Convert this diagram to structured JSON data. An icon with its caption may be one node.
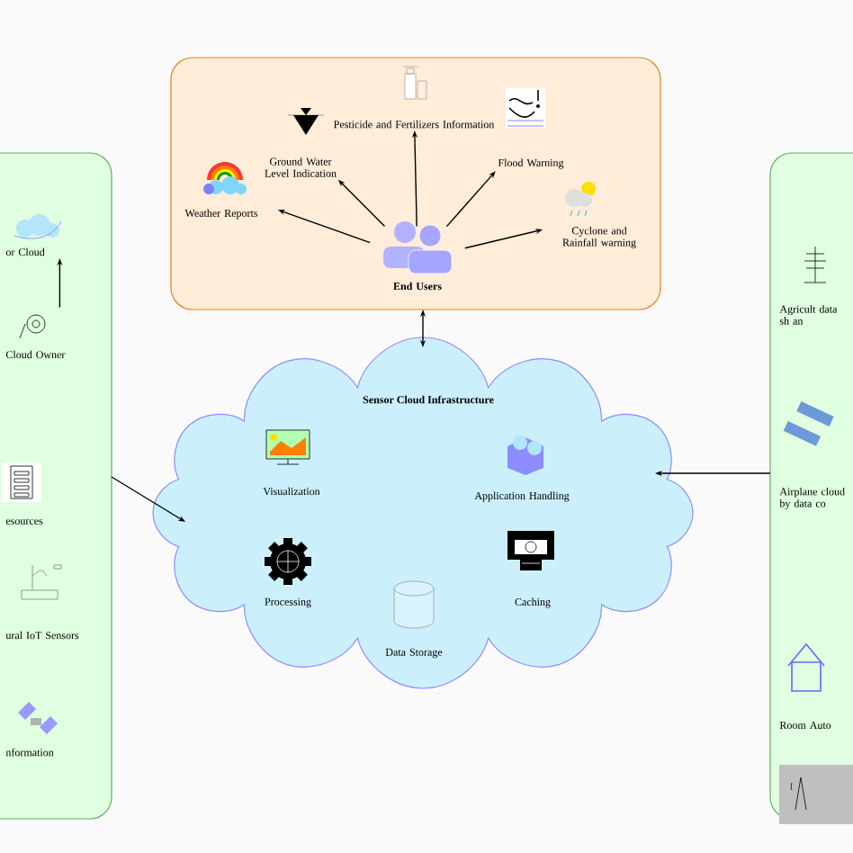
{
  "diagram": {
    "nodes": [
      {
        "text": [],
        "shape": "box"
      },
      {
        "text": [
          "Ground Water Level Indication"
        ],
        "in": 0
      },
      {
        "text": [
          "Pesticide and Fertilizers Information"
        ],
        "in": 0
      },
      {
        "text": [
          "Flood Warning"
        ],
        "in": 0
      },
      {
        "text": [
          "Weather Reports"
        ],
        "in": 0
      },
      {
        "text": [
          "Cyclone and Rainfall warning"
        ],
        "in": 0
      },
      {
        "text": [
          "End Users"
        ],
        "in": 0
      },
      {
        "text": [],
        "shape": "box"
      },
      {
        "text": [
          "or Cloud"
        ],
        "in": 7
      },
      {
        "text": [
          "Cloud Owner"
        ],
        "in": 7
      },
      {
        "text": [
          "esources"
        ],
        "in": 7
      },
      {
        "text": [
          "ural IoT Sensors"
        ],
        "in": 7
      },
      {
        "text": [
          "nformation"
        ],
        "in": 7
      },
      {
        "text": [
          "Sensor Cloud Infrastructure"
        ]
      },
      {
        "text": [
          "Visualization"
        ],
        "in": 13
      },
      {
        "text": [
          "Application Handling"
        ],
        "in": 13
      },
      {
        "text": [
          "Processing"
        ],
        "in": 13
      },
      {
        "text": [
          "Caching"
        ],
        "in": 13
      },
      {
        "text": [
          "Data Storage"
        ],
        "in": 13
      },
      {
        "text": [],
        "shape": "box"
      },
      {
        "text": [
          "Agricult data sh an"
        ],
        "in": 19
      },
      {
        "text": [
          "Airplane cloud by data co"
        ],
        "in": 19
      },
      {
        "text": [
          "Room Auto"
        ],
        "in": 19
      }
    ],
    "edges": [
      {
        "from": 6,
        "to": 4,
        "arrow": "to"
      },
      {
        "from": 6,
        "to": 1,
        "arrow": "to"
      },
      {
        "from": 6,
        "to": 2,
        "arrow": "to"
      },
      {
        "from": 6,
        "to": 3,
        "arrow": "to"
      },
      {
        "from": 6,
        "to": 5,
        "arrow": "to"
      },
      {
        "from": 9,
        "to": 8,
        "arrow": "to"
      },
      {
        "from": 0,
        "to": 13,
        "arrow": "both"
      },
      {
        "from": 7,
        "to": 13,
        "arrow": "to"
      },
      {
        "from": 19,
        "to": 13,
        "arrow": "to"
      }
    ]
  }
}
